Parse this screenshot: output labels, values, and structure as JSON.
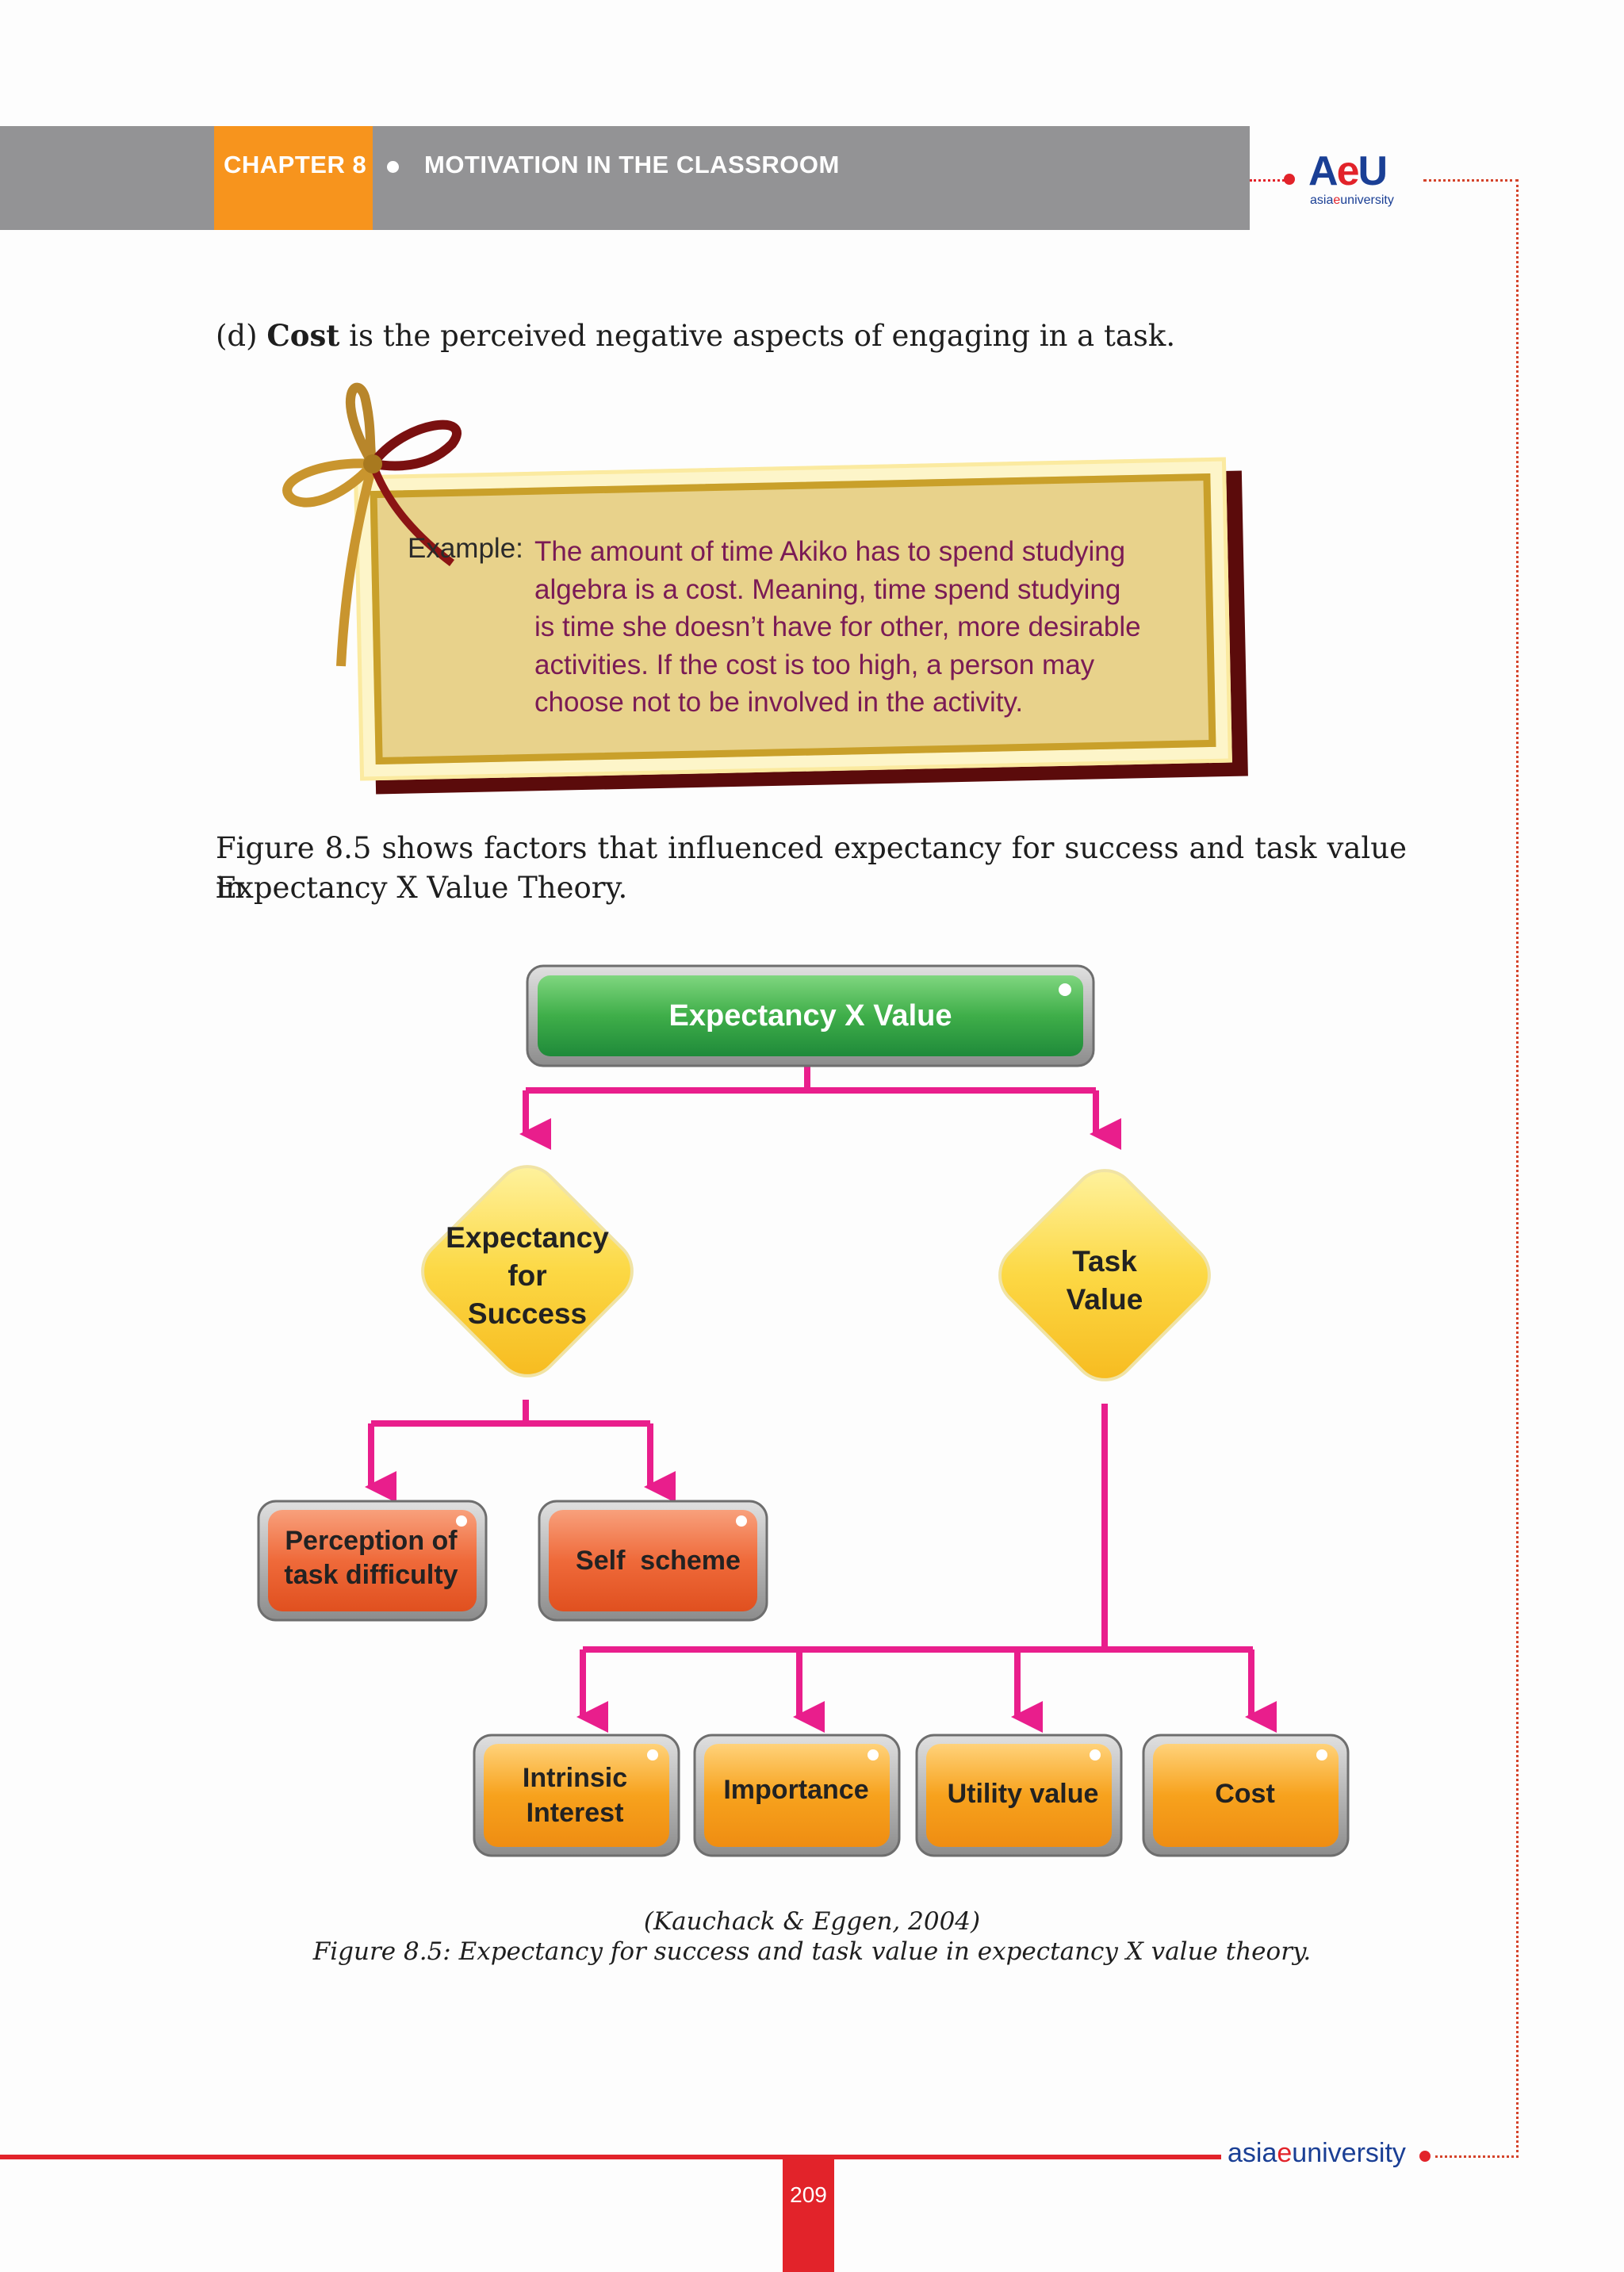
{
  "header": {
    "chapter": "CHAPTER 8",
    "title": "MOTIVATION IN THE CLASSROOM",
    "logo": {
      "mark_a": "A",
      "mark_e": "e",
      "mark_u": "U",
      "sub_pre": "asia",
      "sub_e": "e",
      "sub_post": "university"
    }
  },
  "body": {
    "cost_prefix": "(d) ",
    "cost_term": "Cost",
    "cost_rest": " is the perceived negative aspects of engaging in a task.",
    "intro_line1": "Figure 8.5 shows factors that influenced expectancy for success and task value in",
    "intro_line2": "Expectancy X Value Theory."
  },
  "example": {
    "label": "Example:",
    "lines": [
      "The amount of time Akiko has to spend studying",
      "algebra is a cost. Meaning, time spend studying",
      "is time she doesn’t have for other, more desirable",
      "activities. If the cost is too high, a person may",
      "choose not to be involved in the activity."
    ]
  },
  "diagram": {
    "root": "Expectancy X Value",
    "expectancy": [
      "Expectancy",
      "for",
      "Success"
    ],
    "task_value": [
      "Task",
      "Value"
    ],
    "perception": [
      "Perception of",
      "task difficulty"
    ],
    "self_scheme": "Self  scheme",
    "intrinsic": [
      "Intrinsic",
      "Interest"
    ],
    "importance": "Importance",
    "utility": "Utility value",
    "cost": "Cost",
    "colors": {
      "arrow": "#e91e8c",
      "root": "#3fae49",
      "diamond": "#fcd844",
      "red_box": "#ef6a3a",
      "orange_box": "#f7a21d"
    }
  },
  "caption": {
    "source": "(Kauchack & Eggen, 2004)",
    "title": "Figure 8.5: Expectancy for success and task value in expectancy X value theory."
  },
  "footer": {
    "brand_pre": "asia",
    "brand_e": "e",
    "brand_post": "university",
    "page": "209"
  }
}
